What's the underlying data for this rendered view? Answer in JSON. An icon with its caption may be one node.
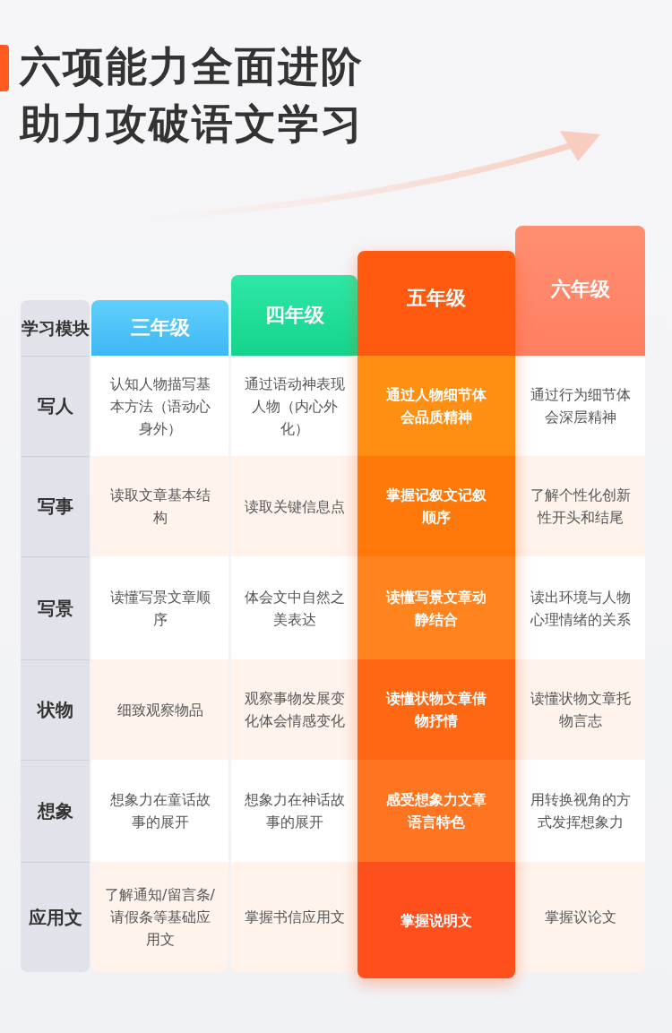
{
  "diagram": {
    "title": "六项能力全面进阶助力攻破语文学习",
    "labels": [
      "学习模块",
      "三年级",
      "四年级",
      "五年级",
      "六年级",
      "写人",
      "认知人物描写基本方法（语动心身外）",
      "通过语动神表现人物（内心外化）",
      "通过人物细节体会品质精神",
      "通过行为细节体会深层精神",
      "写事",
      "读取文章基本结构",
      "读取关键信息点",
      "掌握记叙文记叙顺序",
      "了解个性化创新性开头和结尾",
      "写景",
      "读懂写景文章顺序",
      "体会文中自然之美表达",
      "读懂写景文章动静结合",
      "读出环境与人物心理情绪的关系",
      "状物",
      "细致观察物品",
      "观察事物发展变化体会情感变化",
      "读懂状物文章借物抒情",
      "读懂状物文章托物言志",
      "想象",
      "想象力在童话故事的展开",
      "想象力在神话故事的展开",
      "感受想象力文章语言特色",
      "用转换视角的方式发挥想象力",
      "应用文",
      "了解通知/留言条/请假条等基础应用文",
      "掌握书信应用文",
      "掌握说明文",
      "掌握议论文"
    ]
  }
}
